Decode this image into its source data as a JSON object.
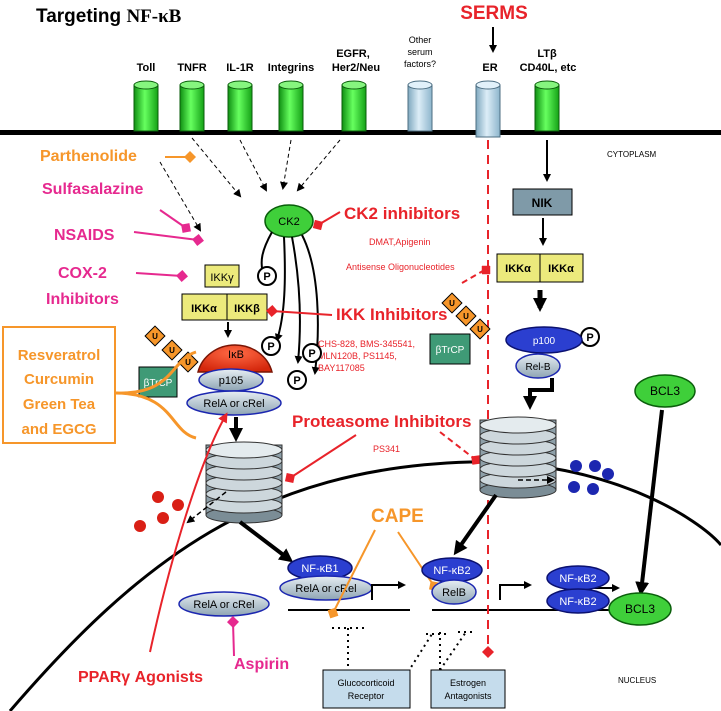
{
  "title": {
    "prefix": "Targeting ",
    "emphasis": "NF-κB"
  },
  "serms": "SERMS",
  "compartments": {
    "cytoplasm": "CYTOPLASM",
    "nucleus": "NUCLEUS"
  },
  "receptors": {
    "toll": "Toll",
    "tnfr": "TNFR",
    "il1r": "IL-1R",
    "integrins": "Integrins",
    "egfr_line1": "EGFR,",
    "egfr_line2": "Her2/Neu",
    "other_line1": "Other",
    "other_line2": "serum",
    "other_line3": "factors?",
    "er": "ER",
    "ltb_line1": "LTβ",
    "ltb_line2": "CD40L, etc"
  },
  "inhibitors": {
    "parthenolide": "Parthenolide",
    "sulfasalazine": "Sulfasalazine",
    "nsaids": "NSAIDS",
    "cox2_line1": "COX-2",
    "cox2_line2": "Inhibitors",
    "ck2_inhibitors": "CK2 inhibitors",
    "ck2_detail1": "DMAT,Apigenin",
    "ck2_detail2": "Antisense Oligonucleotides",
    "ikk_inhibitors": "IKK Inhibitors",
    "ikk_detail1": "CHS-828, BMS-345541,",
    "ikk_detail2": "MLN120B, PS1145,",
    "ikk_detail3": "BAY117085",
    "proteasome_inhibitors": "Proteasome Inhibitors",
    "proteasome_detail": "PS341",
    "natural_line1": "Resveratrol",
    "natural_line2": "Curcumin",
    "natural_line3": "Green Tea",
    "natural_line4": "and EGCG",
    "cape": "CAPE",
    "aspirin": "Aspirin",
    "ppar": "PPARγ Agonists"
  },
  "proteins": {
    "ck2": "CK2",
    "nik": "NIK",
    "ikk_gamma": "IKKγ",
    "ikk_alpha": "IKKα",
    "ikk_beta": "IKKβ",
    "ikk_alpha_left": "IKKα",
    "ikk_alpha_right": "IKKα",
    "ikb": "IκB",
    "p105": "p105",
    "rela_crel": "RelA or cRel",
    "btrcp_left": "βTrCP",
    "btrcp_right": "βTrCP",
    "ub": "U",
    "phospho": "P",
    "p100": "p100",
    "relb_top": "Rel-B",
    "bcl3": "BCL3",
    "nfkb1": "NF-κB1",
    "rela_crel_nuc": "RelA or cRel",
    "nfkb2_mid": "NF-κB2",
    "relb_mid": "RelB",
    "nfkb2_right1": "NF-κB2",
    "nfkb2_right2": "NF-κB2",
    "bcl3_nuc": "BCL3",
    "rela_crel_free": "RelA or cRel"
  },
  "boxes": {
    "glucocorticoid_line1": "Glucocorticoid",
    "glucocorticoid_line2": "Receptor",
    "estrogen_line1": "Estrogen",
    "estrogen_line2": "Antagonists"
  },
  "colors": {
    "red": "#e8232a",
    "orange": "#f6962a",
    "magenta": "#e6298f",
    "green": "#22c124",
    "lightblue": "#a9cde1",
    "navy": "#1c27b0",
    "yellow": "#ecea7c",
    "teal": "#3f9a76"
  }
}
